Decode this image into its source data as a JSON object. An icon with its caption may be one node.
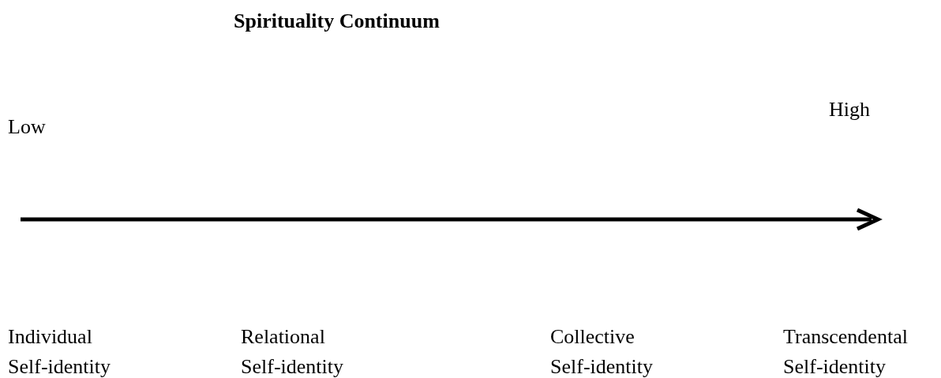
{
  "diagram": {
    "title": "Spirituality Continuum",
    "labels": [
      "Low",
      "High",
      "Individual Self-identity",
      "Relational Self-identity",
      "Collective Self-identity",
      "Transcendental Self-identity"
    ]
  }
}
